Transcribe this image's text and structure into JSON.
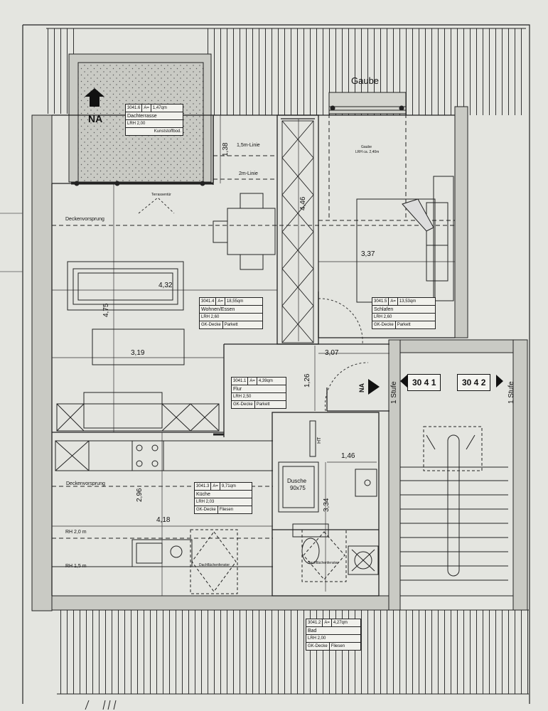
{
  "labels": {
    "gaube": "Gaube",
    "north": "NA",
    "north_flur": "NA",
    "deckenvorsprung_1": "Deckenvorsprung",
    "deckenvorsprung_2": "Deckenvorsprung",
    "linie_15": "1,5m-Linie",
    "linie_2": "2m-Linie",
    "rh_20": "RH 2,0 m",
    "rh_15": "RH 1,5 m",
    "stufe_left": "1 Stufe",
    "stufe_right": "1 Stufe",
    "dusche": "Dusche",
    "dusche_size": "90x75",
    "ht": "HT",
    "gaube_room_note": "Gaube",
    "gaube_room_lrh": "LRH ca. 2,40m",
    "window_note_kitchen": "Dachflächenfenster",
    "window_note_bath": "Dachflächenfenster",
    "terrace_door": "Terrassentür"
  },
  "dimensions": {
    "d_138": "1,38",
    "d_446": "4,46",
    "d_337": "3,37",
    "d_432": "4,32",
    "d_475": "4,75",
    "d_319": "3,19",
    "d_307": "3,07",
    "d_126": "1,26",
    "d_146": "1,46",
    "d_296": "2,96",
    "d_334": "3,34",
    "d_418": "4,18"
  },
  "rooms": {
    "dachterrasse": {
      "no": "3041.6",
      "area": "1,47qm",
      "name": "Dachterrasse",
      "lrh": "LRH 2,00",
      "floor": "Kunststoffbod."
    },
    "wohnen": {
      "no": "3041.4",
      "area": "18,55qm",
      "name": "Wohnen/Essen",
      "lrh": "LRH 2,60",
      "ceiling": "GK-Decke",
      "floor": "Parkett"
    },
    "schlafen": {
      "no": "3041.5",
      "area": "13,53qm",
      "name": "Schlafen",
      "lrh": "LRH 2,60",
      "ceiling": "GK-Decke",
      "floor": "Parkett"
    },
    "flur": {
      "no": "3041.1",
      "area": "4,39qm",
      "name": "Flur",
      "lrh": "LRH 2,50",
      "ceiling": "GK-Decke",
      "floor": "Parkett"
    },
    "kueche": {
      "no": "3041.3",
      "area": "9,71qm",
      "name": "Küche",
      "lrh": "LRH 2,03",
      "ceiling": "GK-Decke",
      "floor": "Fliesen"
    },
    "bad": {
      "no": "3041.2",
      "area": "4,27qm",
      "name": "Bad",
      "lrh": "LRH 2,00",
      "ceiling": "GK-Decke",
      "floor": "Fliesen"
    }
  },
  "area_prefix": "A=",
  "stair": {
    "unit_left": "30 4 1",
    "unit_right": "30 4 2"
  }
}
